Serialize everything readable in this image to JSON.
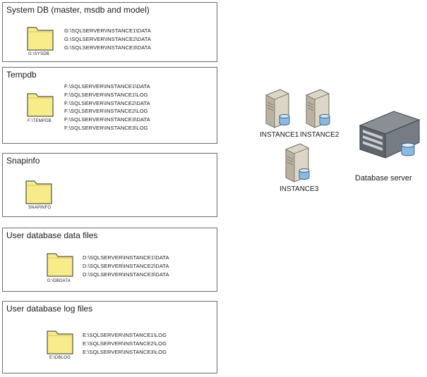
{
  "colors": {
    "folder_fill": "#f8ec8a",
    "folder_stroke": "#2e2e2e",
    "box_border": "#6b6b6b"
  },
  "groups": [
    {
      "title": "System DB (master, msdb and model)",
      "folder_label": "G:\\SYSDB",
      "paths": [
        "G:\\SQLSERVER\\INSTANCE1\\DATA",
        "G:\\SQLSERVER\\INSTANCE2\\DATA",
        "G:\\SQLSERVER\\INSTANCE3\\DATA"
      ]
    },
    {
      "title": "Tempdb",
      "folder_label": "F:\\TEMPDB",
      "paths": [
        "F:\\SQLSERVER\\INSTANCE1\\DATA",
        "F:\\SQLSERVER\\INSTANCE1\\LOG",
        "F:\\SQLSERVER\\INSTANCE2\\DATA",
        "F:\\SQLSERVER\\INSTANCE2\\LOG",
        "F:\\SQLSERVER\\INSTANCE3\\DATA",
        "F:\\SQLSERVER\\INSTANCE3\\LOG"
      ]
    },
    {
      "title": "Snapinfo",
      "folder_label": "SNAPINFO",
      "paths": []
    },
    {
      "title": "User database data files",
      "folder_label": "D:\\DBDATA",
      "paths": [
        "D:\\SQLSERVER\\INSTANCE1\\DATA",
        "D:\\SQLSERVER\\INSTANCE2\\DATA",
        "D:\\SQLSERVER\\INSTANCE3\\DATA"
      ]
    },
    {
      "title": "User database log files",
      "folder_label": "E:\\DBLOG",
      "paths": [
        "E:\\SQLSERVER\\INSTANCE1\\LOG",
        "E:\\SQLSERVER\\INSTANCE2\\LOG",
        "E:\\SQLSERVER\\INSTANCE3\\LOG"
      ]
    }
  ],
  "instances": [
    {
      "label": "INSTANCE1",
      "icon": "sql-server-instance-icon"
    },
    {
      "label": "INSTANCE2",
      "icon": "sql-server-instance-icon"
    },
    {
      "label": "INSTANCE3",
      "icon": "sql-server-instance-icon"
    }
  ],
  "server": {
    "label": "Database server",
    "icon": "database-server-icon"
  }
}
